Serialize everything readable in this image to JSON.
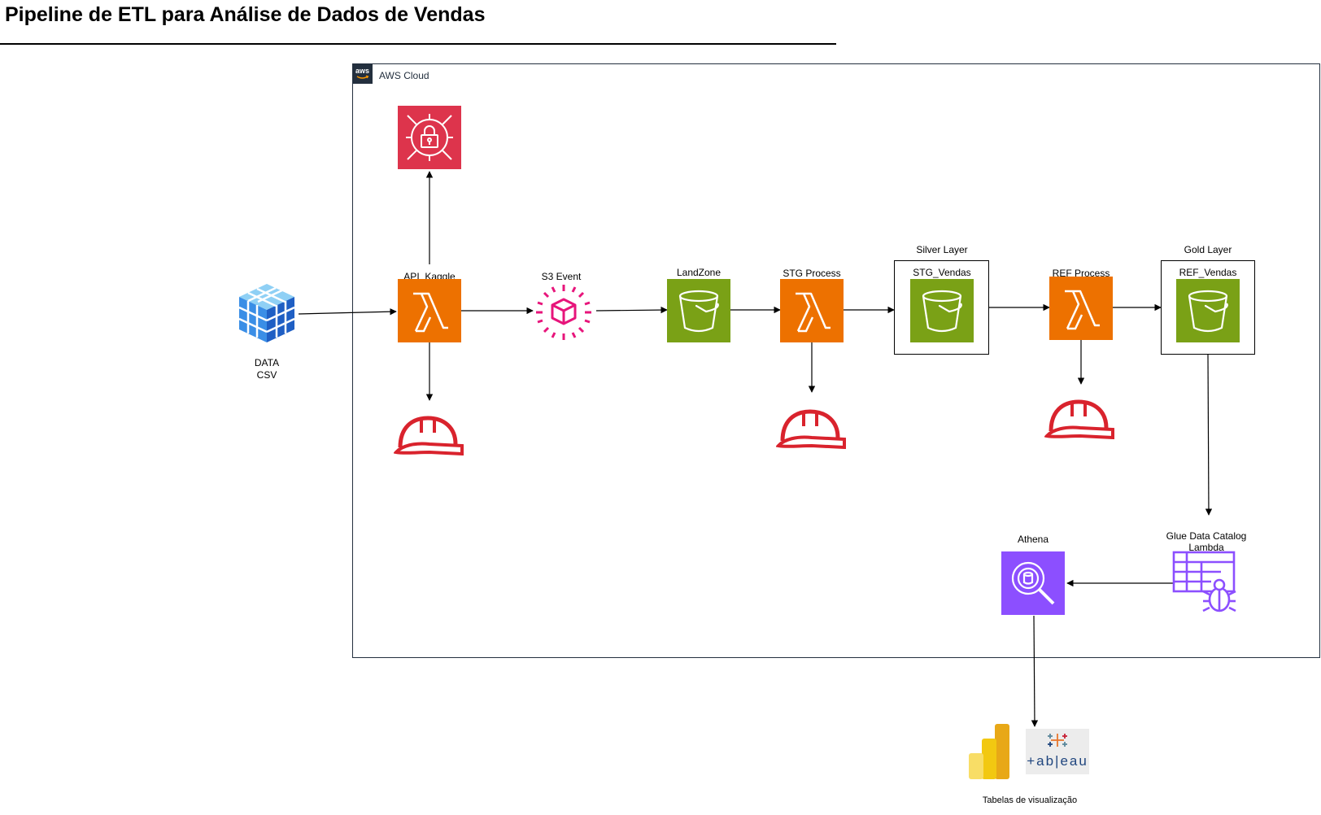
{
  "title": "Pipeline de ETL para Análise de Dados de Vendas",
  "cloud": {
    "label": "AWS Cloud"
  },
  "nodes": {
    "data_csv": {
      "line1": "DATA",
      "line2": "CSV"
    },
    "api_kaggle": {
      "label": "API_Kaggle"
    },
    "s3_event": {
      "label": "S3 Event"
    },
    "landzone": {
      "label": "LandZone"
    },
    "stg_process": {
      "label": "STG Process"
    },
    "silver_layer": {
      "group_label": "Silver Layer",
      "label": "STG_Vendas"
    },
    "ref_process": {
      "label": "REF Process"
    },
    "gold_layer": {
      "group_label": "Gold Layer",
      "label": "REF_Vendas"
    },
    "glue": {
      "line1": "Glue Data Catalog",
      "line2": "Lambda"
    },
    "athena": {
      "label": "Athena"
    },
    "visualization": {
      "label": "Tabelas de visualização"
    }
  },
  "colors": {
    "lambda": "#ED7100",
    "s3": "#7AA116",
    "secrets": "#DD344C",
    "event": "#E7157B",
    "analytics": "#8C4FFF",
    "helmet": "#D9232D",
    "aws_dark": "#232F3E"
  },
  "icons": {
    "secrets_manager": "lock-shield-icon",
    "lambda": "lambda-icon",
    "s3_bucket": "bucket-icon",
    "s3_event": "cube-burst-icon",
    "cloudwatch_helmet": "helmet-icon",
    "data_csv": "data-cube-icon",
    "glue_crawler": "glue-crawler-icon",
    "athena": "magnifier-icon",
    "power_bi": "power-bi-icon",
    "tableau": "tableau-icon"
  },
  "tableau_text": "+ab|eau"
}
